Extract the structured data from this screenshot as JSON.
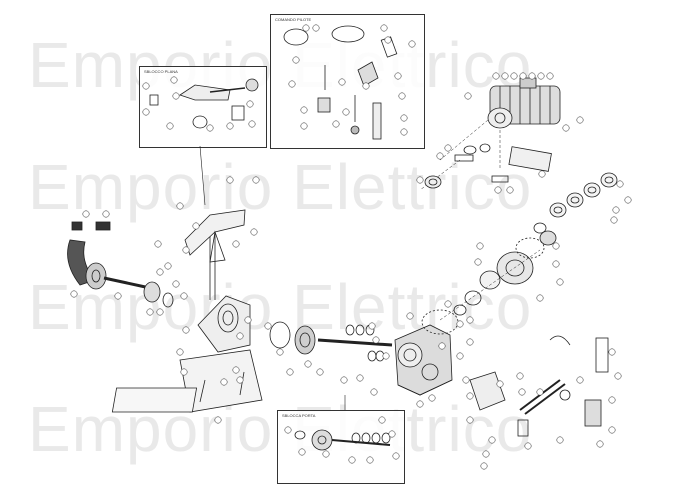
{
  "watermark": {
    "text": "Emporio Elettrico",
    "color": "#e9e9e9"
  },
  "insets": [
    {
      "id": "comandi_pilota",
      "title": "COMANDO PILOTE"
    },
    {
      "id": "sblocco",
      "title": "SBLOCCO PLANA"
    },
    {
      "id": "sbloccasporta",
      "title": "SBLOCCA PORTA"
    }
  ],
  "icons": [
    "motor-icon",
    "gear-icon",
    "chain-icon",
    "bearing-icon",
    "plate-icon"
  ],
  "colors": {
    "line": "#222222",
    "callout": "#ffffff"
  }
}
